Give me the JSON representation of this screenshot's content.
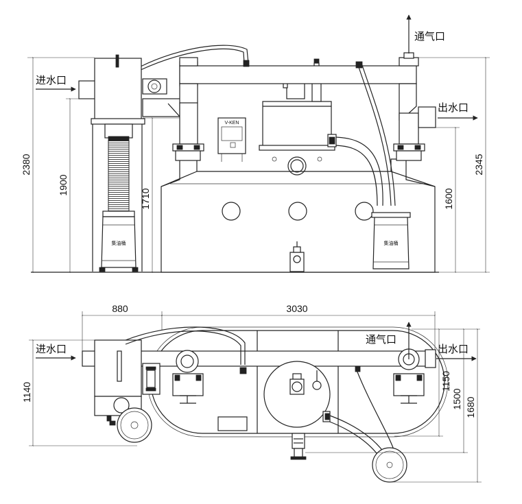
{
  "labels": {
    "inlet": "进水口",
    "outlet": "出水口",
    "vent": "通气口",
    "oil_bucket": "集油桶",
    "control_box_brand": "V-KEN"
  },
  "front_view": {
    "dimensions": {
      "overall_height_left": "2380",
      "inlet_height": "1900",
      "tank_entry_height": "1710",
      "overall_height_right": "2345",
      "outlet_height": "1600"
    }
  },
  "top_view": {
    "dimensions": {
      "inlet_section_length": "880",
      "tank_length": "3030",
      "left_width": "1140",
      "tank_width": "1150",
      "width_with_pipe": "1500",
      "overall_width": "1680"
    }
  },
  "colors": {
    "line": "#222222",
    "background": "#ffffff"
  }
}
